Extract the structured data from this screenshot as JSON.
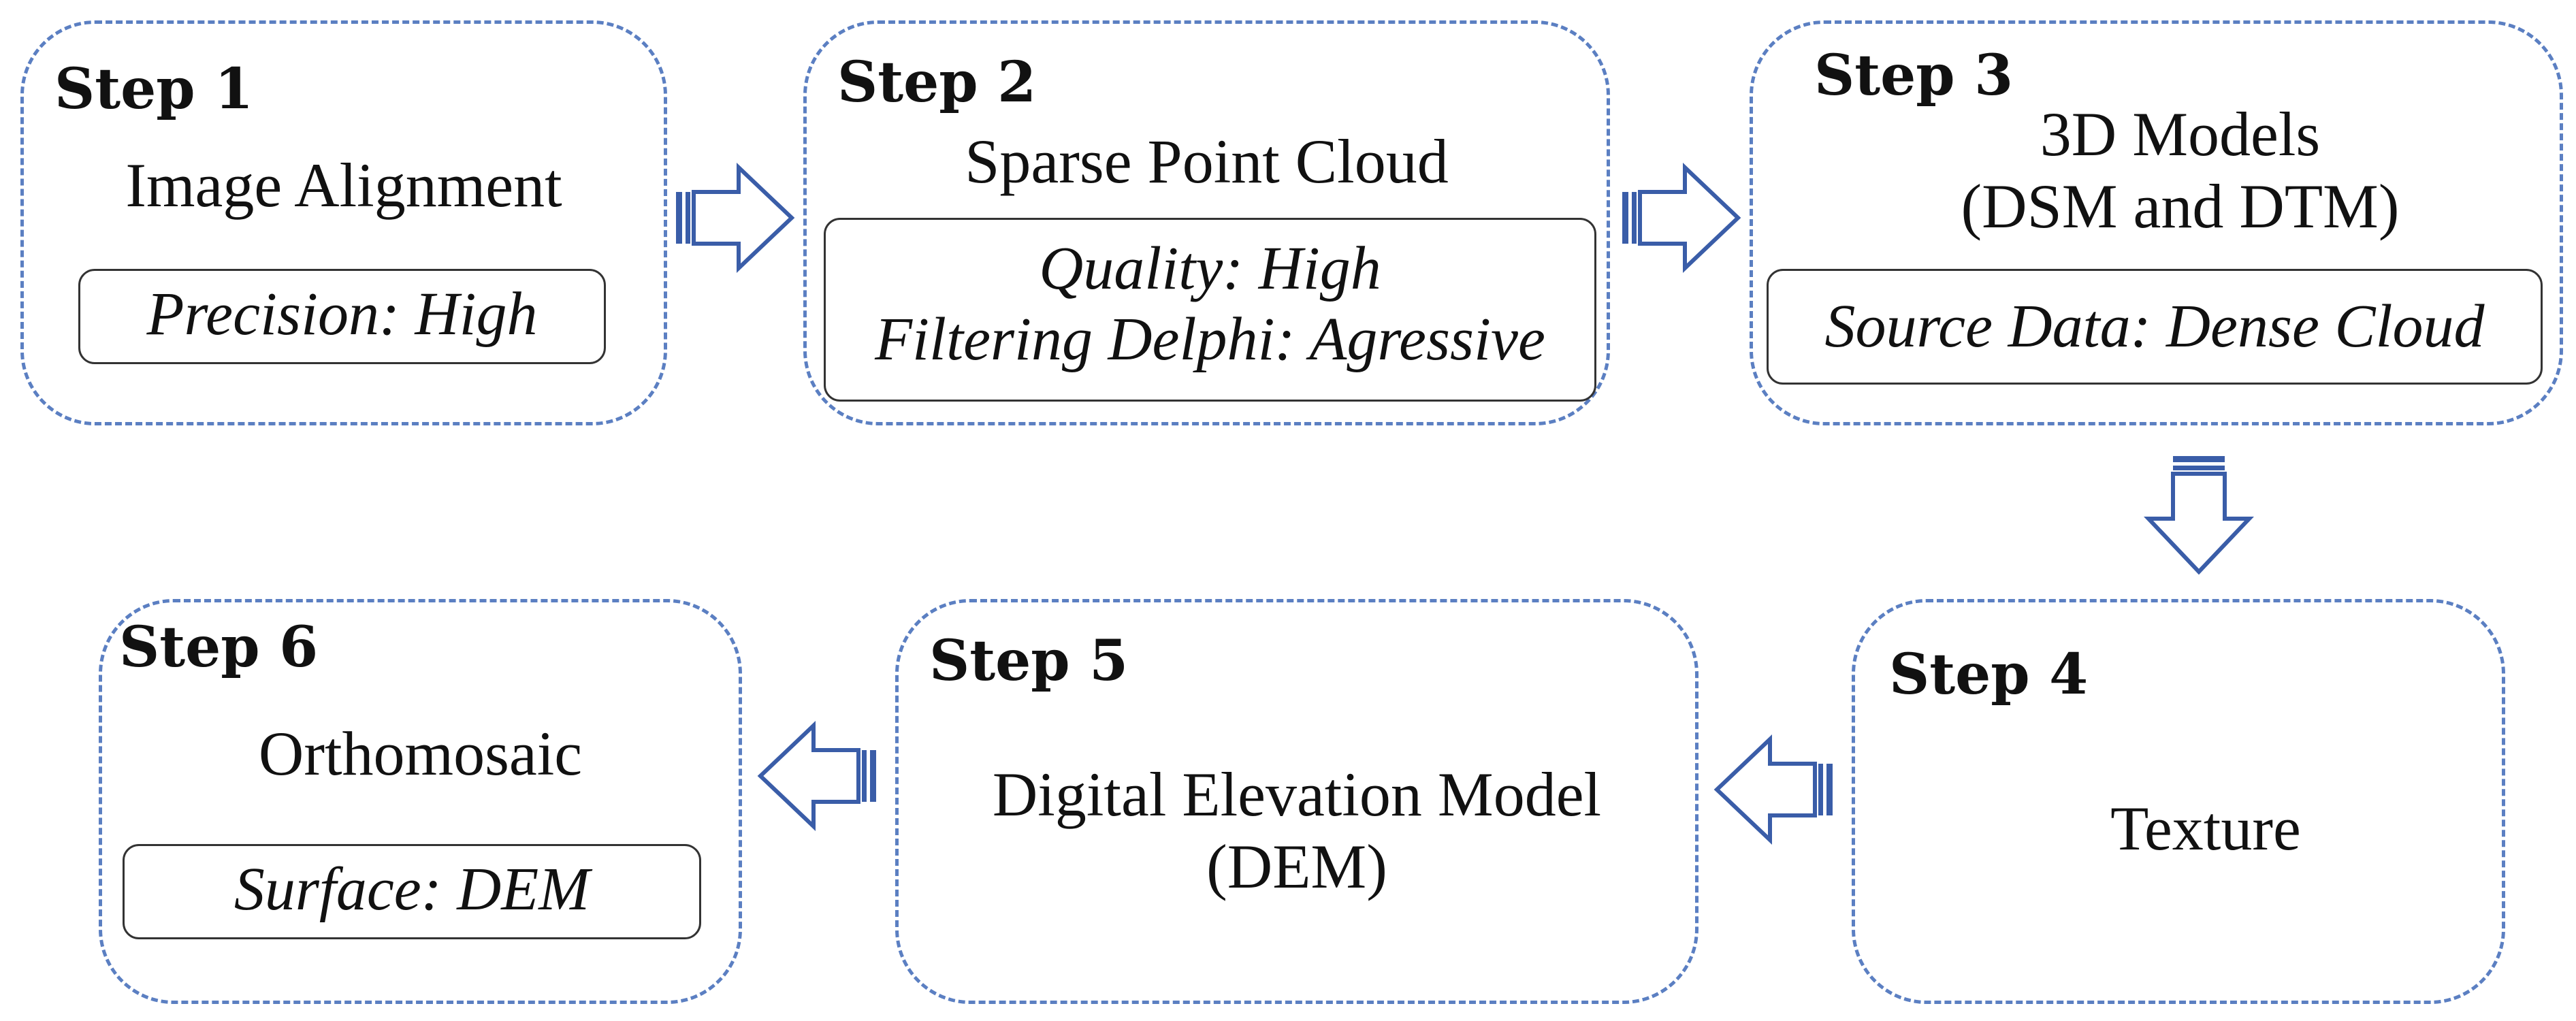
{
  "steps": [
    {
      "label": "Step 1",
      "title": [
        "Image Alignment"
      ],
      "params": [
        "Precision: High"
      ]
    },
    {
      "label": "Step 2",
      "title": [
        "Sparse Point Cloud"
      ],
      "params": [
        "Quality: High",
        "Filtering Delphi: Agressive"
      ]
    },
    {
      "label": "Step 3",
      "title": [
        "3D Models",
        "(DSM and DTM)"
      ],
      "params": [
        "Source Data: Dense Cloud"
      ]
    },
    {
      "label": "Step 4",
      "title": [
        "Texture"
      ],
      "params": []
    },
    {
      "label": "Step 5",
      "title": [
        "Digital Elevation Model",
        "(DEM)"
      ],
      "params": []
    },
    {
      "label": "Step 6",
      "title": [
        "Orthomosaic"
      ],
      "params": [
        "Surface: DEM"
      ]
    }
  ],
  "colors": {
    "border": "#5b7fc2",
    "arrow": "#3a5da8",
    "text": "#111111"
  },
  "arrows": [
    {
      "from": "Step 1",
      "to": "Step 2",
      "direction": "right",
      "icon": "block-arrow-right-icon"
    },
    {
      "from": "Step 2",
      "to": "Step 3",
      "direction": "right",
      "icon": "block-arrow-right-icon"
    },
    {
      "from": "Step 3",
      "to": "Step 4",
      "direction": "down",
      "icon": "block-arrow-down-icon"
    },
    {
      "from": "Step 4",
      "to": "Step 5",
      "direction": "left",
      "icon": "block-arrow-left-icon"
    },
    {
      "from": "Step 5",
      "to": "Step 6",
      "direction": "left",
      "icon": "block-arrow-left-icon"
    }
  ]
}
